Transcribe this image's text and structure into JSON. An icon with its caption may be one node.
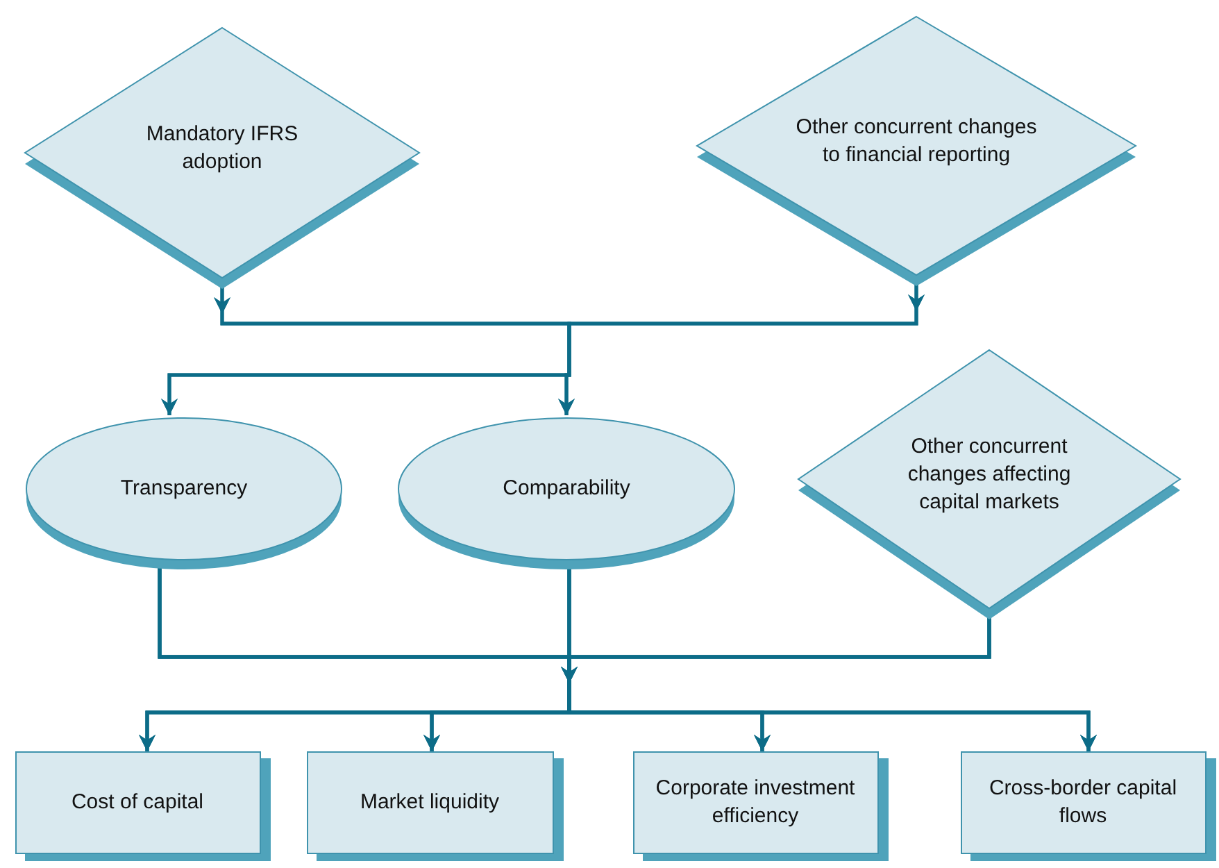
{
  "diagram": {
    "nodes": [
      {
        "text": [
          "Mandatory IFRS adoption"
        ]
      },
      {
        "text": [
          "Other concurrent changes to financial reporting"
        ]
      },
      {
        "text": [
          "Transparency"
        ]
      },
      {
        "text": [
          "Comparability"
        ]
      },
      {
        "text": [
          "Other concurrent changes affecting capital markets"
        ]
      },
      {
        "text": [
          "Cost of capital"
        ]
      },
      {
        "text": [
          "Market liquidity"
        ]
      },
      {
        "text": [
          "Corporate investment efficiency"
        ]
      },
      {
        "text": [
          "Cross-border capital flows"
        ]
      }
    ],
    "edges": [
      {
        "from": 0,
        "to": 2,
        "arrow": "to"
      },
      {
        "from": 0,
        "to": 3,
        "arrow": "to"
      },
      {
        "from": 1,
        "to": 2,
        "arrow": "to"
      },
      {
        "from": 1,
        "to": 3,
        "arrow": "to"
      },
      {
        "from": 2,
        "to": 5,
        "arrow": "to"
      },
      {
        "from": 2,
        "to": 6,
        "arrow": "to"
      },
      {
        "from": 2,
        "to": 7,
        "arrow": "to"
      },
      {
        "from": 2,
        "to": 8,
        "arrow": "to"
      },
      {
        "from": 3,
        "to": 5,
        "arrow": "to"
      },
      {
        "from": 3,
        "to": 6,
        "arrow": "to"
      },
      {
        "from": 3,
        "to": 7,
        "arrow": "to"
      },
      {
        "from": 3,
        "to": 8,
        "arrow": "to"
      },
      {
        "from": 4,
        "to": 5,
        "arrow": "to"
      },
      {
        "from": 4,
        "to": 6,
        "arrow": "to"
      },
      {
        "from": 4,
        "to": 7,
        "arrow": "to"
      },
      {
        "from": 4,
        "to": 8,
        "arrow": "to"
      }
    ]
  }
}
